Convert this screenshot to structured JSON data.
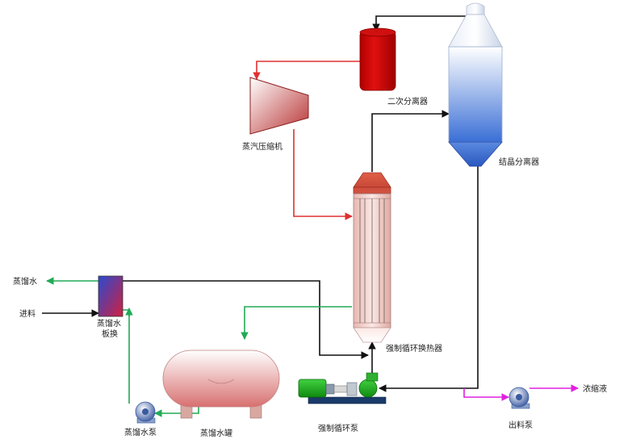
{
  "labels": {
    "secondary_separator": "二次分离器",
    "crystallization_separator": "结晶分离器",
    "vapor_compressor": "蒸汽压缩机",
    "heat_exchanger": "强制循环换热器",
    "circulation_pump": "强制循环泵",
    "distilled_tank": "蒸馏水罐",
    "distilled_pump": "蒸馏水泵",
    "plate_hx_line1": "蒸馏水",
    "plate_hx_line2": "板换",
    "distilled_water_out": "蒸馏水",
    "feed_in": "进料",
    "discharge_pump": "出料泵",
    "concentrate_out": "浓缩液"
  },
  "colors": {
    "steam_line": "#e03030",
    "distilled_line": "#22aa55",
    "process_line": "#111111",
    "product_line": "#e020e0",
    "separator_top": "#ffffff",
    "separator_bottom": "#3a6fd6",
    "secondary_separator": "#cc0000",
    "pump_motor": "#22aa22"
  }
}
